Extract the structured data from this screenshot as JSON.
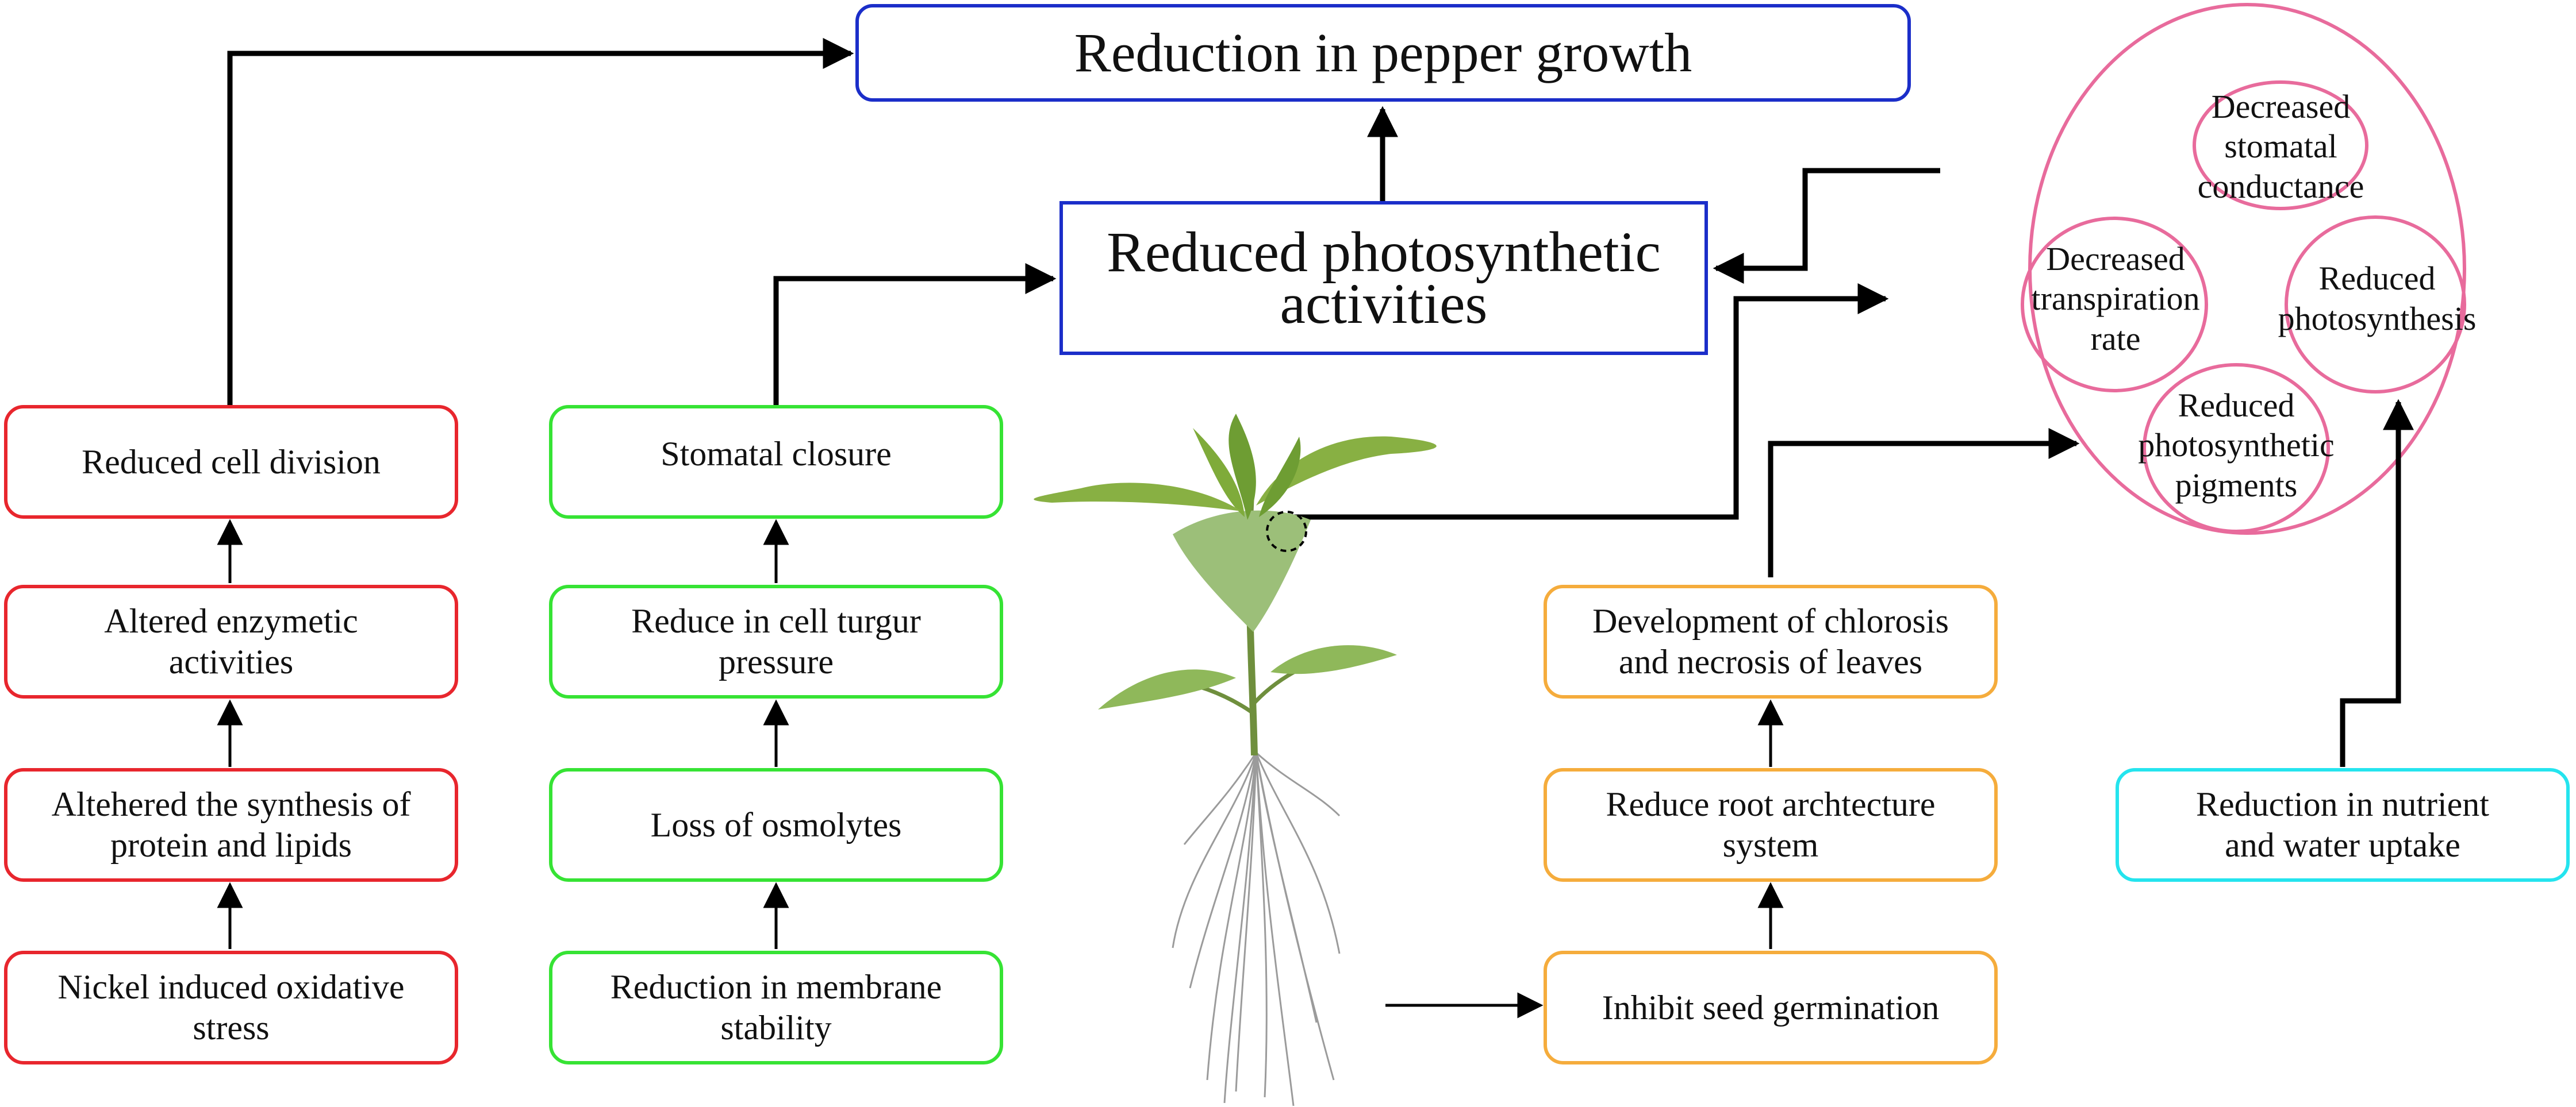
{
  "colors": {
    "red": "#e8262d",
    "green": "#36e334",
    "orange": "#f5ac3c",
    "cyan": "#24e4ee",
    "blue": "#1b2ec9",
    "pink": "#e86b9c",
    "arrow": "#000000"
  },
  "top": {
    "growth": "Reduction in pepper growth",
    "photo": "Reduced photosynthetic\nactivities"
  },
  "red_chain": [
    "Reduced cell division",
    "Altered enzymetic\nactivities",
    "Altehered the synthesis of\nprotein and lipids",
    "Nickel induced oxidative\nstress"
  ],
  "green_chain": [
    "Stomatal closure",
    "Reduce in cell turgur\npressure",
    "Loss of osmolytes",
    "Reduction in membrane\nstability"
  ],
  "orange_chain": [
    "Development of chlorosis\nand necrosis of leaves",
    "Reduce root archtecture\nsystem",
    "Inhibit seed germination"
  ],
  "cyan_box": "Reduction in nutrient\nand water uptake",
  "ovals": {
    "stomatal": "Decreased\nstomatal\nconductance",
    "transpiration": "Decreased\ntranspiration rate",
    "photosynthesis": "Reduced\nphotosynthesis",
    "pigments": "Reduced\nphotosynthetic\npigments"
  },
  "plant": {
    "icon": "pepper-plant-illustration"
  }
}
